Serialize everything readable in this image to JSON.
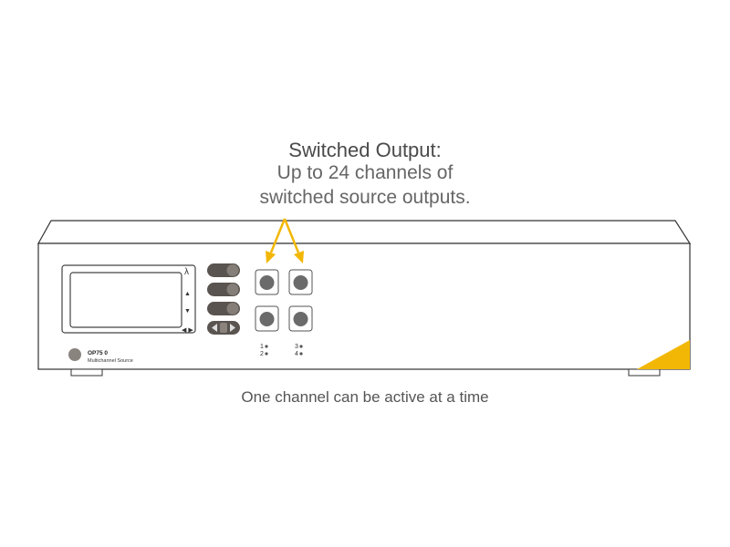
{
  "heading": {
    "title": "Switched Output:",
    "line1": "Up to 24 channels of",
    "line2": "switched source outputs."
  },
  "device": {
    "model": "OP75 0",
    "subtitle": "Multichannel Source",
    "lambda_symbol": "λ",
    "up_arrow": "▲",
    "down_arrow": "▼",
    "lr_arrows": "◀ ▶",
    "channel_labels": [
      "1",
      "2",
      "3",
      "4"
    ]
  },
  "caption": "One channel can be active at a time",
  "colors": {
    "accent": "#F2B705",
    "outline": "#333333",
    "button_dark": "#5a5450",
    "port": "#6b6b6b"
  }
}
